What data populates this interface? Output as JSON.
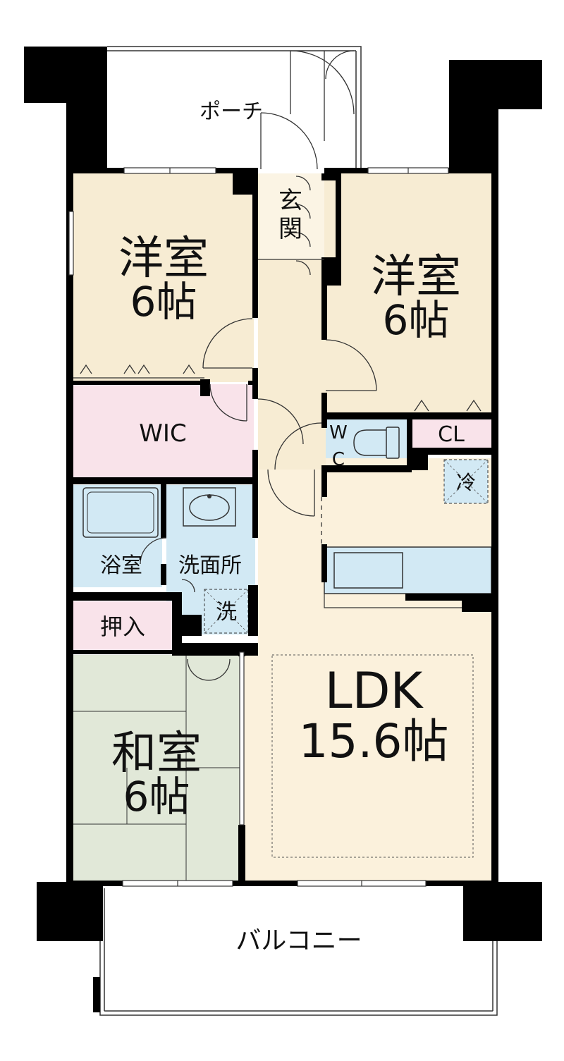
{
  "rooms": {
    "western_left": {
      "name": "洋室",
      "size": "6帖"
    },
    "western_right": {
      "name": "洋室",
      "size": "6帖"
    },
    "wic": {
      "name": "WIC"
    },
    "wc": {
      "line1": "W",
      "line2": "C"
    },
    "cl": {
      "name": "CL"
    },
    "fridge": {
      "name": "冷"
    },
    "bath": {
      "name": "浴室"
    },
    "washroom": {
      "name": "洗面所"
    },
    "washer": {
      "name": "洗"
    },
    "oshiire": {
      "name": "押入"
    },
    "japanese": {
      "name": "和室",
      "size": "6帖"
    },
    "ldk": {
      "name": "LDK",
      "size": "15.6帖"
    }
  },
  "outdoor": {
    "porch": "ポーチ",
    "entrance": "玄関",
    "balcony": "バルコニー"
  },
  "colors": {
    "western": "#f7ecd3",
    "wic": "#f9e3ea",
    "wet": "#d2e9f4",
    "japanese": "#e1e8d8",
    "ldk": "#fbf1dc",
    "wall": "#000000"
  }
}
